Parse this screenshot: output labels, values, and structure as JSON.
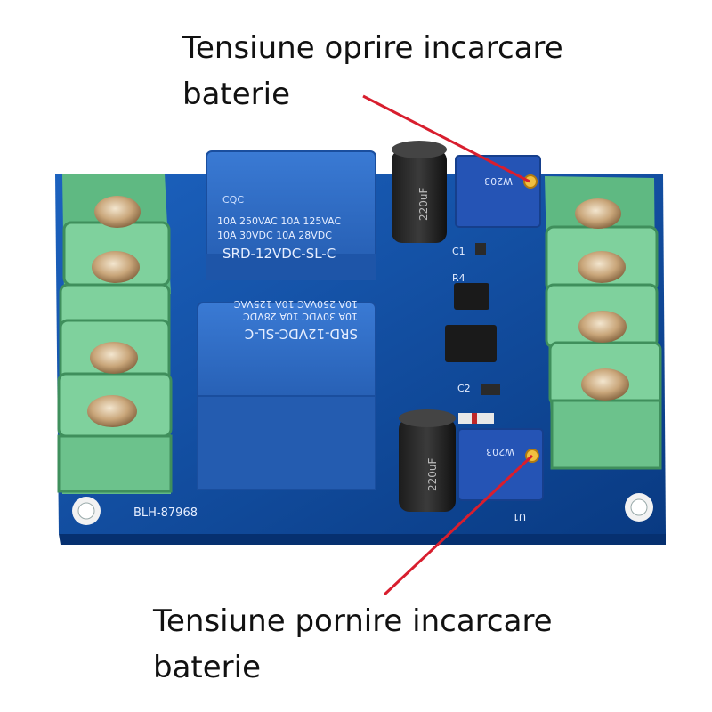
{
  "captions": {
    "top": {
      "line1": "Tensiune oprire incarcare",
      "line2": "baterie"
    },
    "bottom": {
      "line1": "Tensiune pornire incarcare",
      "line2": "baterie"
    }
  },
  "board": {
    "silkscreen_model": "BLH-87968",
    "relay_text": [
      "10A 250VAC 10A 125VAC",
      "10A 30VDC 10A 28VDC",
      "SRD-12VDC-SL-C"
    ],
    "capacitor_text": "220uF",
    "pot_text": "W203",
    "labels": {
      "R4": "R4",
      "C1": "C1",
      "C2": "C2",
      "U1": "U1",
      "CQC": "CQC"
    }
  },
  "colors": {
    "pcb": "#0d4fa8",
    "pcb_dark": "#0a3f8a",
    "terminal": "#69c38a",
    "relay": "#2f6fc9",
    "arrow": "#d81e2e",
    "trimmer": "#2150b7",
    "screw": "#c8a77b"
  }
}
